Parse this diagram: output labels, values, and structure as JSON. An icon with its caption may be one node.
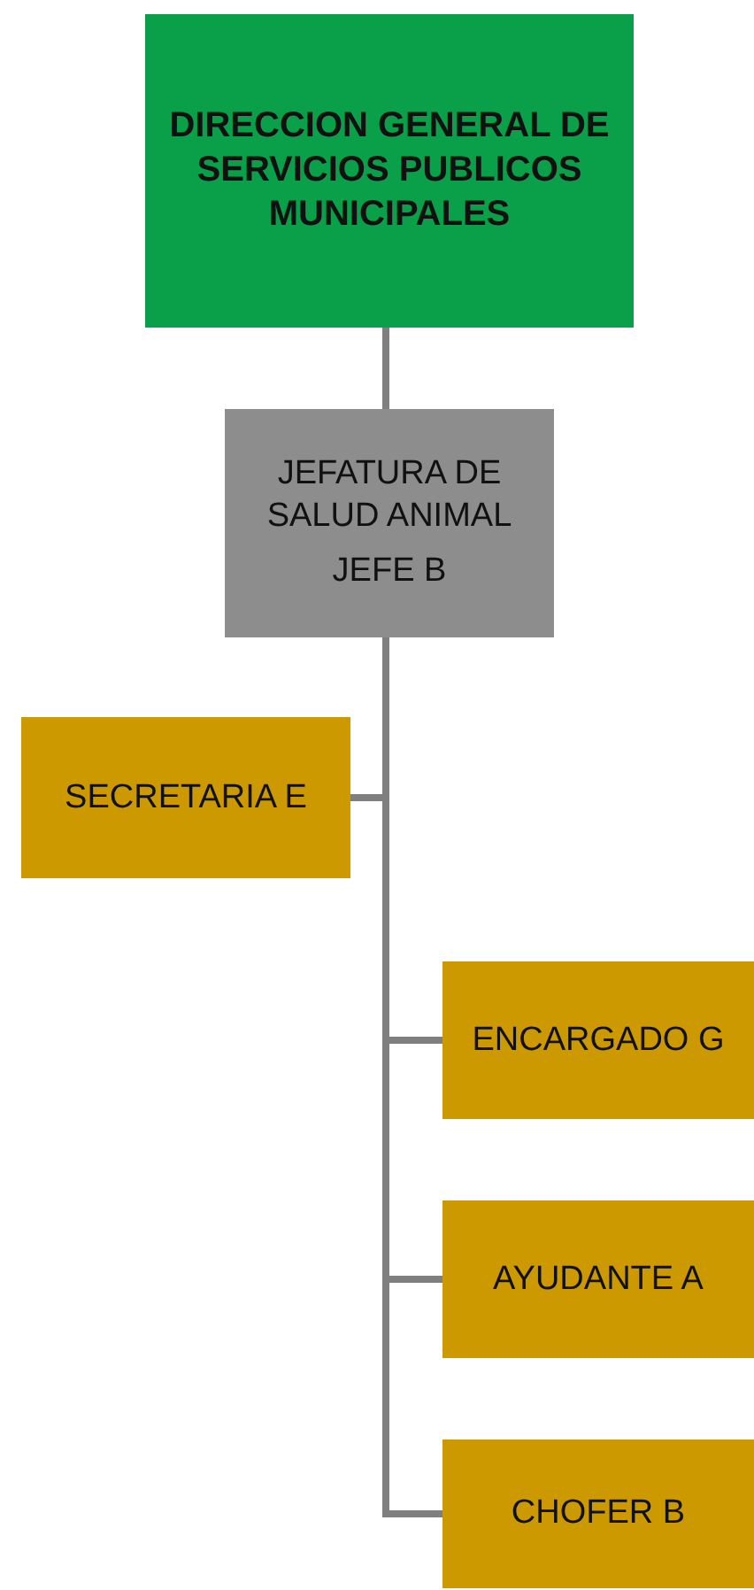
{
  "diagram": {
    "nodes": [
      {
        "text": [
          "DIRECCION GENERAL DE SERVICIOS PUBLICOS MUNICIPALES"
        ]
      },
      {
        "text": [
          "JEFATURA DE SALUD ANIMAL",
          "JEFE B"
        ]
      },
      {
        "text": [
          "SECRETARIA E"
        ]
      },
      {
        "text": [
          "ENCARGADO G"
        ]
      },
      {
        "text": [
          "AYUDANTE A"
        ]
      },
      {
        "text": [
          "CHOFER B"
        ]
      }
    ],
    "edges": [
      {
        "from": 0,
        "to": 1,
        "arrow": "none"
      },
      {
        "from": 1,
        "to": 2,
        "arrow": "none"
      },
      {
        "from": 1,
        "to": 3,
        "arrow": "none"
      },
      {
        "from": 1,
        "to": 4,
        "arrow": "none"
      },
      {
        "from": 1,
        "to": 5,
        "arrow": "none"
      }
    ]
  }
}
